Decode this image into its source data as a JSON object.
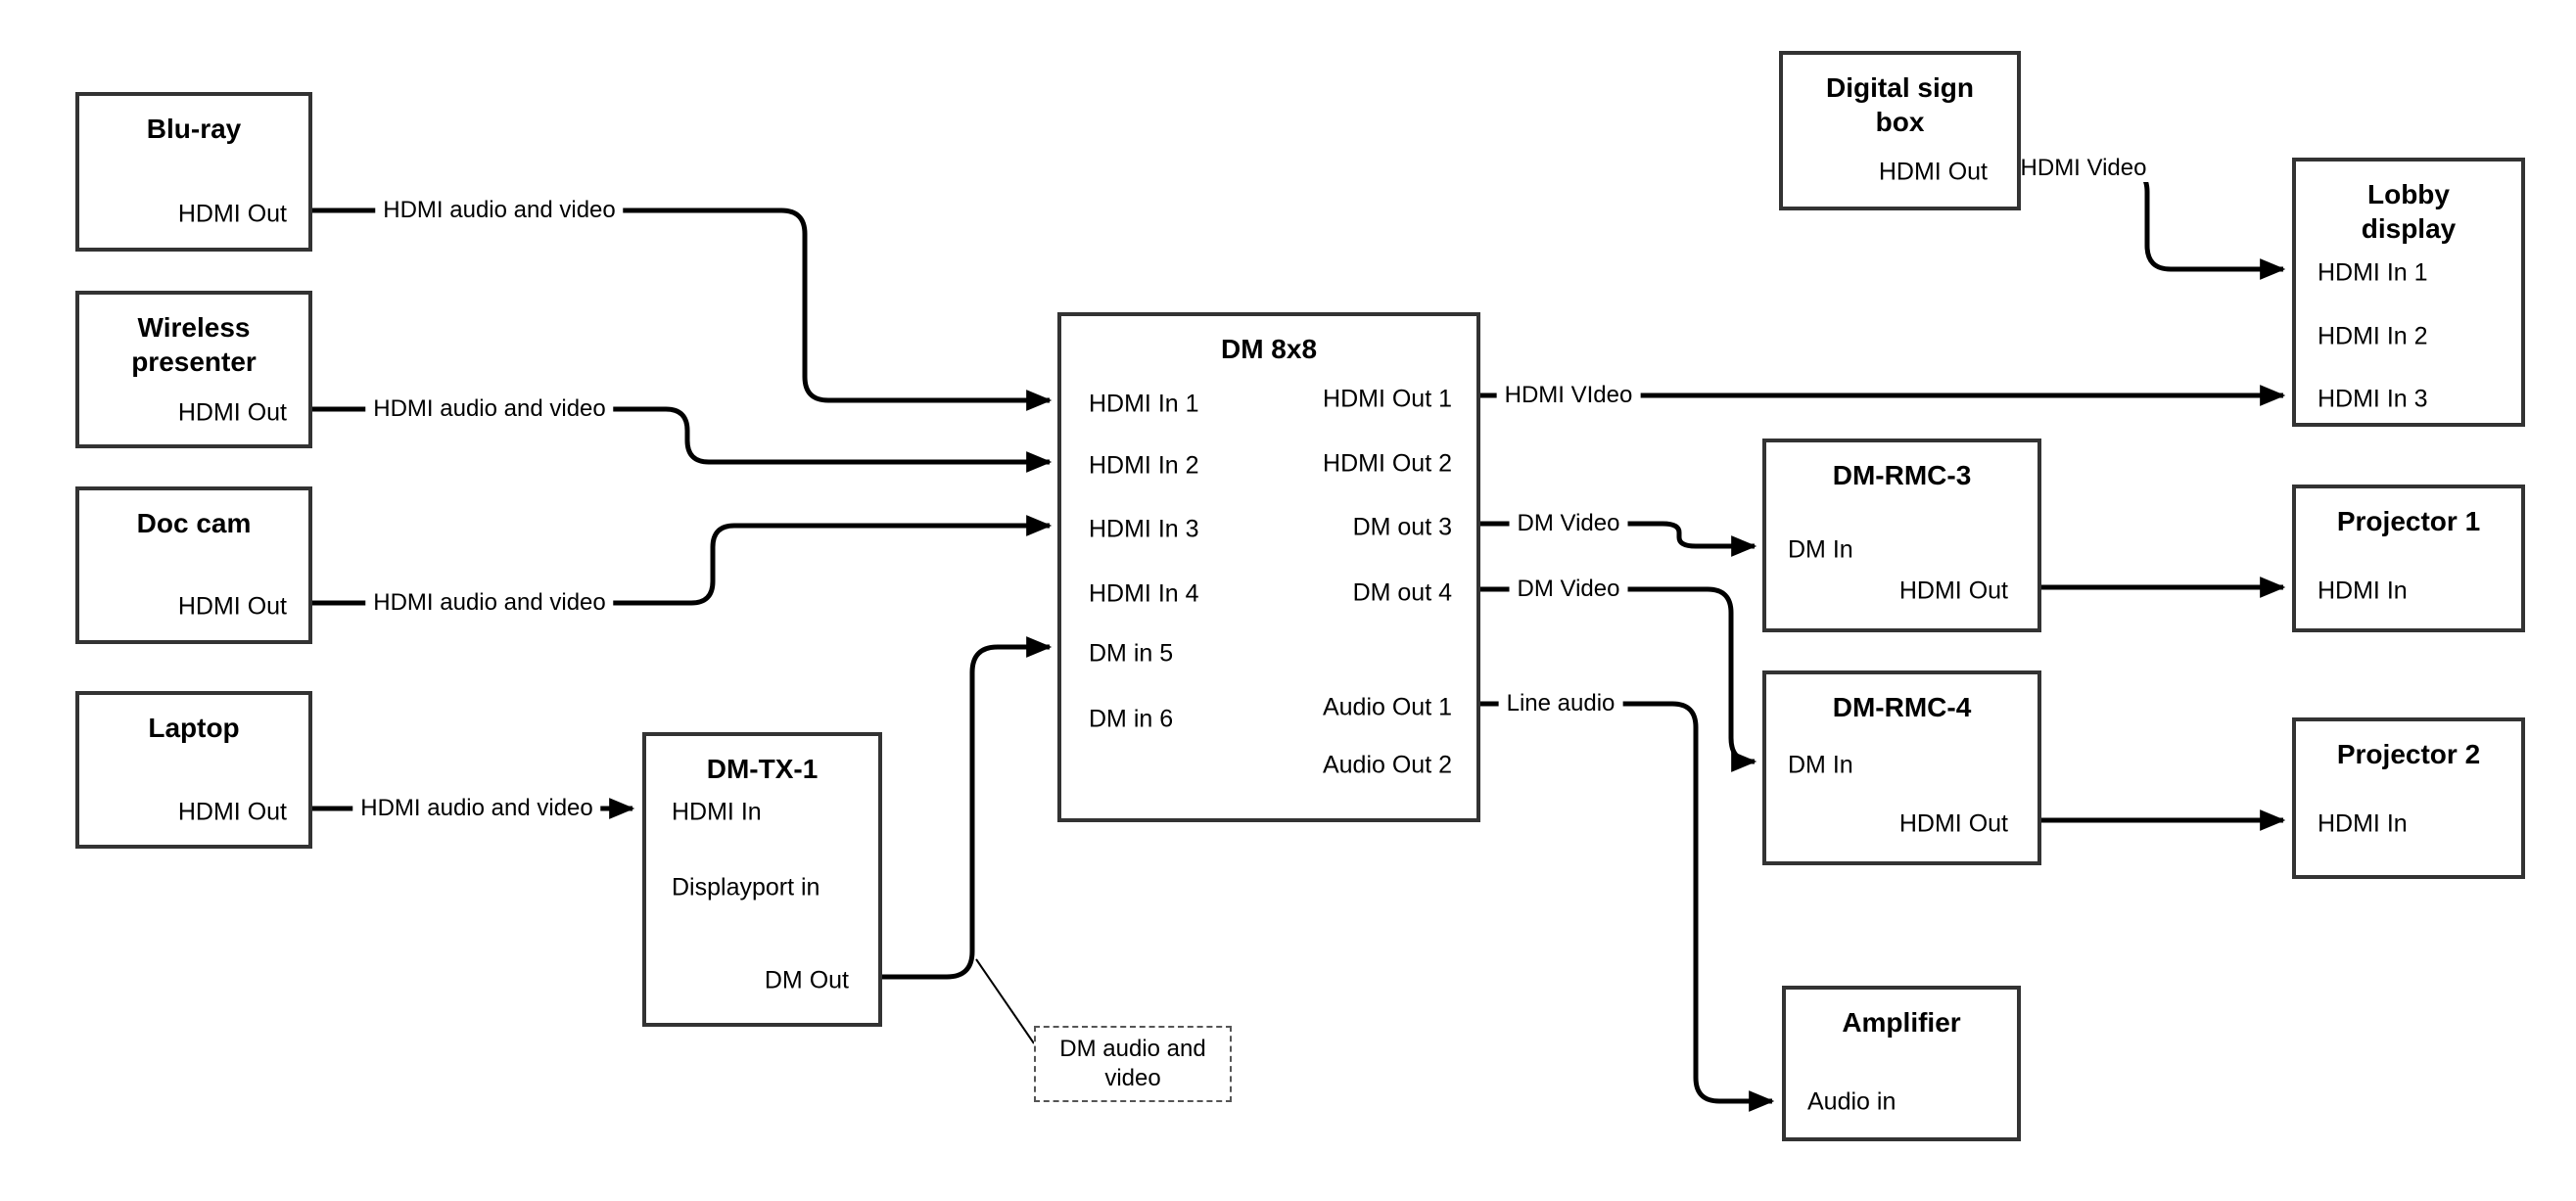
{
  "colors": {
    "background": "#ffffff",
    "line": "#000000",
    "box_border": "#333333",
    "text": "#000000"
  },
  "nodes": {
    "bluray": {
      "title": "Blu-ray",
      "port_hdmi_out": "HDMI Out"
    },
    "wireless": {
      "title": "Wireless presenter",
      "port_hdmi_out": "HDMI Out"
    },
    "doccam": {
      "title": "Doc cam",
      "port_hdmi_out": "HDMI Out"
    },
    "laptop": {
      "title": "Laptop",
      "port_hdmi_out": "HDMI Out"
    },
    "dmtx1": {
      "title": "DM-TX-1",
      "port_hdmi_in": "HDMI In",
      "port_displayport_in": "Displayport in",
      "port_dm_out": "DM Out"
    },
    "dm8x8": {
      "title": "DM 8x8",
      "ports_left": [
        "HDMI In 1",
        "HDMI In 2",
        "HDMI In 3",
        "HDMI In 4",
        "DM in 5",
        "DM in 6"
      ],
      "ports_right": [
        "HDMI Out 1",
        "HDMI Out 2",
        "DM out 3",
        "DM out 4",
        "Audio Out 1",
        "Audio Out 2"
      ]
    },
    "digital_sign": {
      "title": "Digital sign box",
      "port_hdmi_out": "HDMI Out"
    },
    "lobby": {
      "title": "Lobby display",
      "ports": [
        "HDMI In 1",
        "HDMI In 2",
        "HDMI In 3"
      ]
    },
    "dmrmc3": {
      "title": "DM-RMC-3",
      "port_dm_in": "DM In",
      "port_hdmi_out": "HDMI Out"
    },
    "proj1": {
      "title": "Projector 1",
      "port_hdmi_in": "HDMI In"
    },
    "dmrmc4": {
      "title": "DM-RMC-4",
      "port_dm_in": "DM In",
      "port_hdmi_out": "HDMI Out"
    },
    "proj2": {
      "title": "Projector 2",
      "port_hdmi_in": "HDMI In"
    },
    "amplifier": {
      "title": "Amplifier",
      "port_audio_in": "Audio in"
    }
  },
  "connections": [
    {
      "from": "Blu-ray HDMI Out",
      "to": "DM 8x8 HDMI In 1",
      "label": "HDMI audio and video"
    },
    {
      "from": "Wireless presenter HDMI Out",
      "to": "DM 8x8 HDMI In 2",
      "label": "HDMI audio and video"
    },
    {
      "from": "Doc cam HDMI Out",
      "to": "DM 8x8 HDMI In 3",
      "label": "HDMI audio and video"
    },
    {
      "from": "Laptop HDMI Out",
      "to": "DM-TX-1 HDMI In",
      "label": "HDMI audio and video"
    },
    {
      "from": "DM-TX-1 DM Out",
      "to": "DM 8x8 DM in 5",
      "label": ""
    },
    {
      "from": "DM 8x8 HDMI Out 1",
      "to": "Lobby display HDMI In 3",
      "label": "HDMI VIdeo"
    },
    {
      "from": "DM 8x8 DM out 3",
      "to": "DM-RMC-3 DM In",
      "label": "DM Video"
    },
    {
      "from": "DM 8x8 DM out 4",
      "to": "DM-RMC-4 DM In",
      "label": "DM Video"
    },
    {
      "from": "DM 8x8 Audio Out 1",
      "to": "Amplifier Audio in",
      "label": "Line audio"
    },
    {
      "from": "Digital sign box HDMI Out",
      "to": "Lobby display HDMI In 1",
      "label": "HDMI Video"
    },
    {
      "from": "DM-RMC-3 HDMI Out",
      "to": "Projector 1 HDMI In",
      "label": ""
    },
    {
      "from": "DM-RMC-4 HDMI Out",
      "to": "Projector 2 HDMI In",
      "label": ""
    }
  ],
  "callout": {
    "text": "DM audio and video"
  }
}
